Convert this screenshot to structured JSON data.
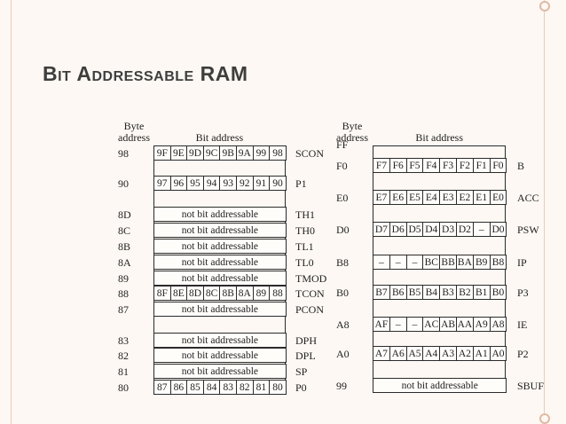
{
  "slide": {
    "title": "Bit Addressable RAM"
  },
  "left_table": {
    "hdr_byte": "Byte\naddress",
    "hdr_bit": "Bit address",
    "rows": [
      {
        "addr": "98",
        "bits": [
          "9F",
          "9E",
          "9D",
          "9C",
          "9B",
          "9A",
          "99",
          "98"
        ],
        "reg": "SCON"
      },
      {
        "addr": "90",
        "bits": [
          "97",
          "96",
          "95",
          "94",
          "93",
          "92",
          "91",
          "90"
        ],
        "reg": "P1"
      },
      {
        "addr": "8D",
        "text": "not bit addressable",
        "reg": "TH1"
      },
      {
        "addr": "8C",
        "text": "not bit addressable",
        "reg": "TH0"
      },
      {
        "addr": "8B",
        "text": "not bit addressable",
        "reg": "TL1"
      },
      {
        "addr": "8A",
        "text": "not bit addressable",
        "reg": "TL0"
      },
      {
        "addr": "89",
        "text": "not bit addressable",
        "reg": "TMOD"
      },
      {
        "addr": "88",
        "bits": [
          "8F",
          "8E",
          "8D",
          "8C",
          "8B",
          "8A",
          "89",
          "88"
        ],
        "reg": "TCON"
      },
      {
        "addr": "87",
        "text": "not bit addressable",
        "reg": "PCON"
      },
      {
        "addr": "83",
        "text": "not bit addressable",
        "reg": "DPH"
      },
      {
        "addr": "82",
        "text": "not bit addressable",
        "reg": "DPL"
      },
      {
        "addr": "81",
        "text": "not bit addressable",
        "reg": "SP"
      },
      {
        "addr": "80",
        "bits": [
          "87",
          "86",
          "85",
          "84",
          "83",
          "82",
          "81",
          "80"
        ],
        "reg": "P0"
      }
    ]
  },
  "right_table": {
    "hdr_byte": "Byte\naddress",
    "hdr_bit": "Bit address",
    "top_addr": "FF",
    "rows": [
      {
        "addr": "F0",
        "bits": [
          "F7",
          "F6",
          "F5",
          "F4",
          "F3",
          "F2",
          "F1",
          "F0"
        ],
        "reg": "B"
      },
      {
        "addr": "E0",
        "bits": [
          "E7",
          "E6",
          "E5",
          "E4",
          "E3",
          "E2",
          "E1",
          "E0"
        ],
        "reg": "ACC"
      },
      {
        "addr": "D0",
        "bits": [
          "D7",
          "D6",
          "D5",
          "D4",
          "D3",
          "D2",
          "–",
          "D0"
        ],
        "reg": "PSW"
      },
      {
        "addr": "B8",
        "bits": [
          "–",
          "–",
          "–",
          "BC",
          "BB",
          "BA",
          "B9",
          "B8"
        ],
        "reg": "IP"
      },
      {
        "addr": "B0",
        "bits": [
          "B7",
          "B6",
          "B5",
          "B4",
          "B3",
          "B2",
          "B1",
          "B0"
        ],
        "reg": "P3"
      },
      {
        "addr": "A8",
        "bits": [
          "AF",
          "–",
          "–",
          "AC",
          "AB",
          "AA",
          "A9",
          "A8"
        ],
        "reg": "IE"
      },
      {
        "addr": "A0",
        "bits": [
          "A7",
          "A6",
          "A5",
          "A4",
          "A3",
          "A2",
          "A1",
          "A0"
        ],
        "reg": "P2"
      },
      {
        "addr": "99",
        "text": "not bit addressable",
        "reg": "SBUF"
      }
    ]
  }
}
